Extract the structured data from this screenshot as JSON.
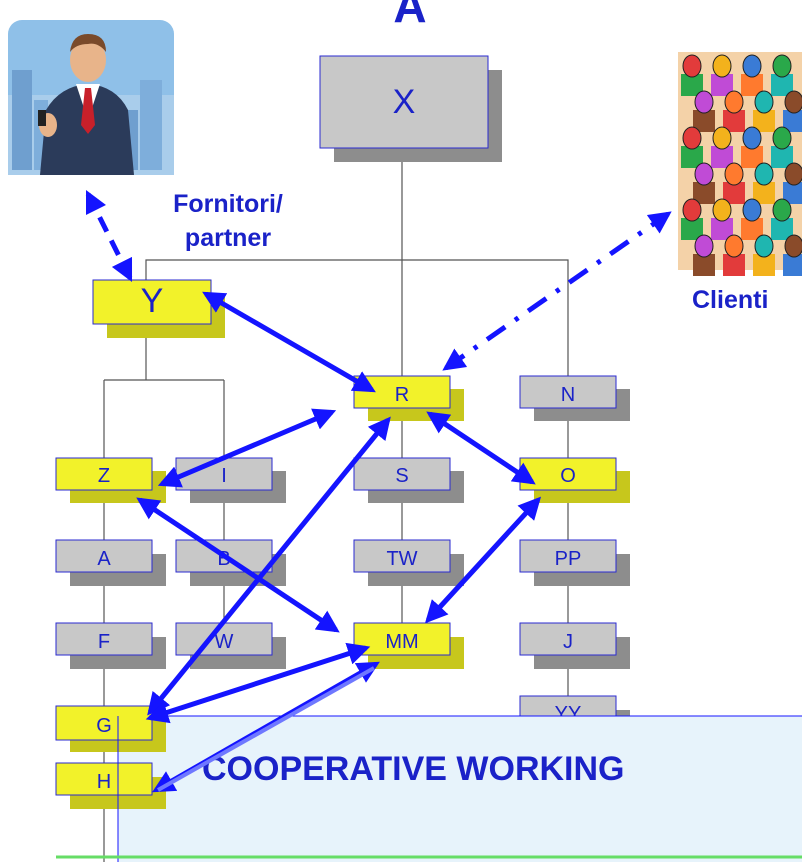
{
  "header": {
    "label": "A"
  },
  "roles": {
    "suppliers_label_line1": "Fornitori/",
    "suppliers_label_line2": "partner",
    "clients_label": "Clienti"
  },
  "banner": {
    "text": "COOPERATIVE WORKING"
  },
  "colors": {
    "yellow_box": "#f2f22a",
    "gray_box": "#c8c8c8",
    "shadow_yellow": "#c7c71c",
    "shadow_gray": "#8d8d8d",
    "arrow": "#1414ff",
    "line": "#555555",
    "banner_fill": "#e7f3fb",
    "banner_border": "#1414ff",
    "label_blue": "#1a22c8"
  },
  "nodes": {
    "X": "X",
    "Y": "Y",
    "R": "R",
    "N": "N",
    "Z": "Z",
    "I": "I",
    "S": "S",
    "O": "O",
    "A": "A",
    "B": "B",
    "TW": "TW",
    "PP": "PP",
    "F": "F",
    "W": "W",
    "MM": "MM",
    "J": "J",
    "G": "G",
    "YY": "YY",
    "H": "H"
  }
}
